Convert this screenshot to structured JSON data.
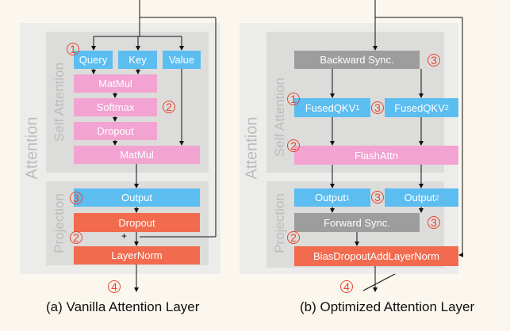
{
  "left": {
    "outer_label": "Attention",
    "self_attention_label": "Self Attention",
    "projection_label": "Projection",
    "query": "Query",
    "key": "Key",
    "value": "Value",
    "matmul_1": "MatMul",
    "softmax": "Softmax",
    "dropout_1": "Dropout",
    "matmul_2": "MatMul",
    "output": "Output",
    "dropout_2": "Dropout",
    "layernorm": "LayerNorm",
    "plus": "+",
    "markers": [
      "1",
      "2",
      "3",
      "2",
      "4"
    ],
    "caption": "(a) Vanilla Attention Layer"
  },
  "right": {
    "outer_label": "Attention",
    "self_attention_label": "Self Attention",
    "projection_label": "Projection",
    "backward_sync": "Backward Sync.",
    "fusedqkv_1": "FusedQKV",
    "fusedqkv_1_sub": "1",
    "fusedqkv_2": "FusedQKV",
    "fusedqkv_2_sub": "2",
    "flashattn": "FlashAttn",
    "output_1": "Output",
    "output_1_sub": "1",
    "output_2": "Output",
    "output_2_sub": "2",
    "forward_sync": "Forward Sync.",
    "bias_dropout": "BiasDropoutAddLayerNorm",
    "markers": [
      "3",
      "1",
      "3",
      "2",
      "3",
      "3",
      "2",
      "4"
    ],
    "caption": "(b) Optimized Attention Layer"
  },
  "colors": {
    "blue": "#5cbdf1",
    "pink": "#f2a3d1",
    "red": "#f26b4f",
    "gray": "#9d9d9d",
    "marker": "#e8452c"
  }
}
